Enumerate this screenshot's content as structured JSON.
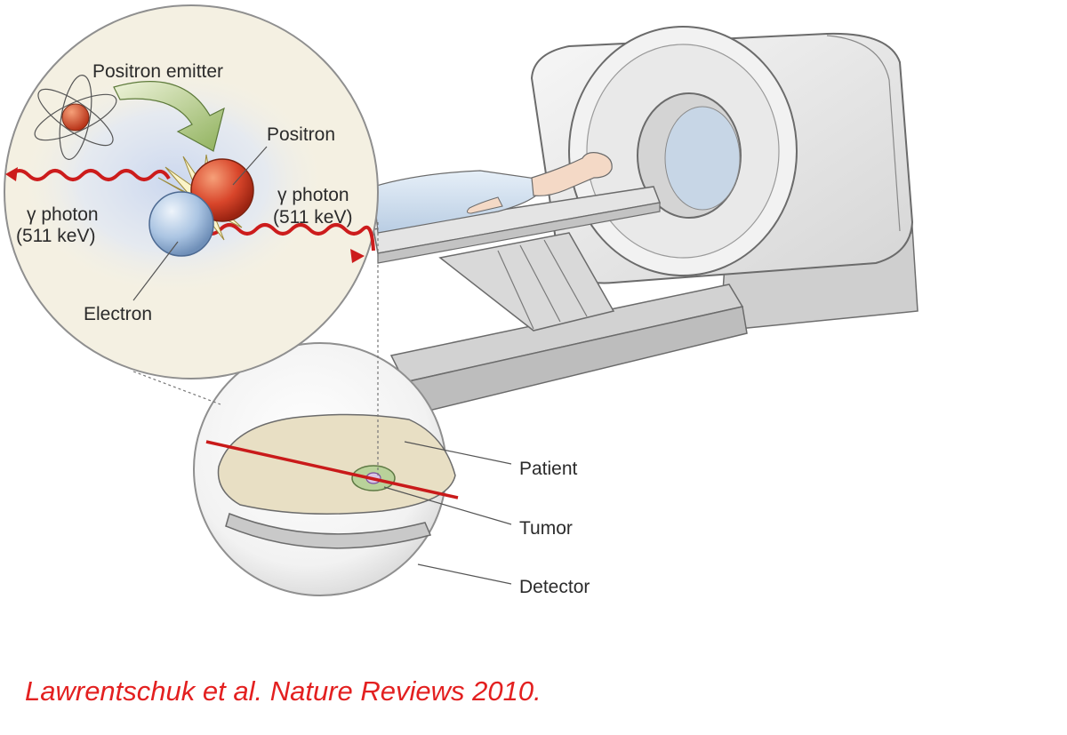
{
  "labels": {
    "positron_emitter": "Positron emitter",
    "positron": "Positron",
    "gamma_left_1": "γ photon",
    "gamma_left_2": "(511 keV)",
    "gamma_right_1": "γ photon",
    "gamma_right_2": "(511 keV)",
    "electron": "Electron",
    "patient": "Patient",
    "tumor": "Tumor",
    "detector": "Detector"
  },
  "caption": "Lawrentschuk et al. Nature Reviews 2010.",
  "colors": {
    "photon_wave": "#cc1c1c",
    "positron": "#d8452a",
    "electron": "#aac4e2",
    "caption": "#e32020",
    "scanner_body": "#eaeaea",
    "patient_slice": "#e8dfc4"
  },
  "icons": {
    "emitter": "atom-icon",
    "transfer": "curved-arrow-icon"
  }
}
